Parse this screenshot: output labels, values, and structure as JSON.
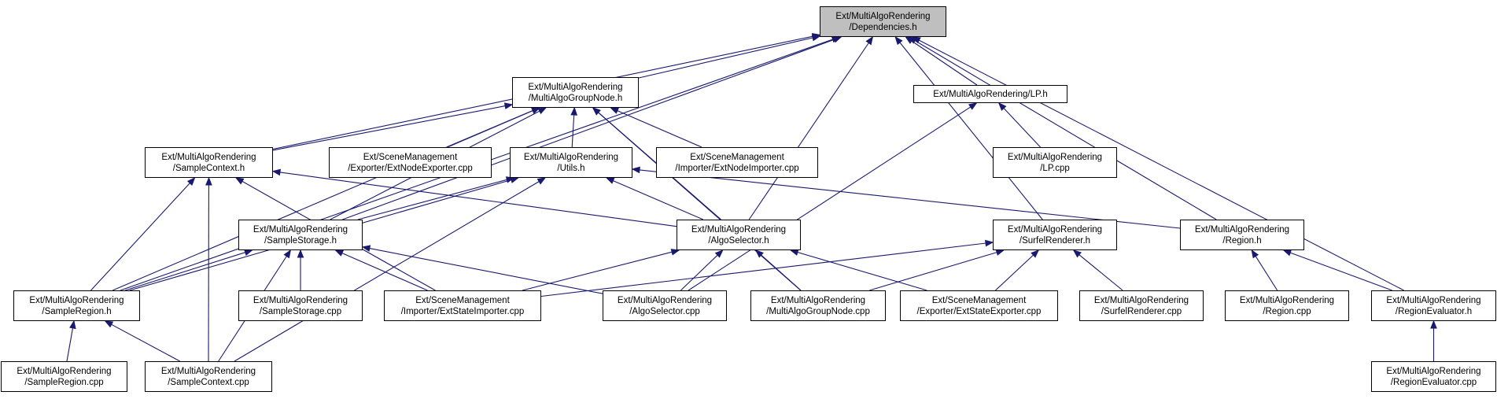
{
  "colors": {
    "edge": "#191970",
    "root_fill": "#bfbfbf",
    "node_fill": "#ffffff",
    "border": "#000000"
  },
  "nodes": {
    "dependencies_h": [
      "Ext/MultiAlgoRendering",
      "/Dependencies.h"
    ],
    "multialgogroupnode_h": [
      "Ext/MultiAlgoRendering",
      "/MultiAlgoGroupNode.h"
    ],
    "lp_h": [
      "Ext/MultiAlgoRendering/LP.h"
    ],
    "samplecontext_h": [
      "Ext/MultiAlgoRendering",
      "/SampleContext.h"
    ],
    "extnodeexporter_cpp": [
      "Ext/SceneManagement",
      "/Exporter/ExtNodeExporter.cpp"
    ],
    "utils_h": [
      "Ext/MultiAlgoRendering",
      "/Utils.h"
    ],
    "extnodeimporter_cpp": [
      "Ext/SceneManagement",
      "/Importer/ExtNodeImporter.cpp"
    ],
    "lp_cpp": [
      "Ext/MultiAlgoRendering",
      "/LP.cpp"
    ],
    "samplestorage_h": [
      "Ext/MultiAlgoRendering",
      "/SampleStorage.h"
    ],
    "algoselector_h": [
      "Ext/MultiAlgoRendering",
      "/AlgoSelector.h"
    ],
    "surfelrenderer_h": [
      "Ext/MultiAlgoRendering",
      "/SurfelRenderer.h"
    ],
    "region_h": [
      "Ext/MultiAlgoRendering",
      "/Region.h"
    ],
    "sampleregion_h": [
      "Ext/MultiAlgoRendering",
      "/SampleRegion.h"
    ],
    "samplestorage_cpp": [
      "Ext/MultiAlgoRendering",
      "/SampleStorage.cpp"
    ],
    "extstateimporter_cpp": [
      "Ext/SceneManagement",
      "/Importer/ExtStateImporter.cpp"
    ],
    "algoselector_cpp": [
      "Ext/MultiAlgoRendering",
      "/AlgoSelector.cpp"
    ],
    "multialgogroupnode_cpp": [
      "Ext/MultiAlgoRendering",
      "/MultiAlgoGroupNode.cpp"
    ],
    "extstateexporter_cpp": [
      "Ext/SceneManagement",
      "/Exporter/ExtStateExporter.cpp"
    ],
    "surfelrenderer_cpp": [
      "Ext/MultiAlgoRendering",
      "/SurfelRenderer.cpp"
    ],
    "region_cpp": [
      "Ext/MultiAlgoRendering",
      "/Region.cpp"
    ],
    "regionevaluator_h": [
      "Ext/MultiAlgoRendering",
      "/RegionEvaluator.h"
    ],
    "sampleregion_cpp": [
      "Ext/MultiAlgoRendering",
      "/SampleRegion.cpp"
    ],
    "samplecontext_cpp": [
      "Ext/MultiAlgoRendering",
      "/SampleContext.cpp"
    ],
    "regionevaluator_cpp": [
      "Ext/MultiAlgoRendering",
      "/RegionEvaluator.cpp"
    ]
  },
  "edges": [
    [
      "multialgogroupnode_h",
      "dependencies_h"
    ],
    [
      "lp_h",
      "dependencies_h"
    ],
    [
      "samplecontext_h",
      "dependencies_h"
    ],
    [
      "samplestorage_h",
      "dependencies_h"
    ],
    [
      "sampleregion_h",
      "dependencies_h"
    ],
    [
      "algoselector_h",
      "dependencies_h"
    ],
    [
      "surfelrenderer_h",
      "dependencies_h"
    ],
    [
      "region_h",
      "dependencies_h"
    ],
    [
      "regionevaluator_h",
      "dependencies_h"
    ],
    [
      "utils_h",
      "multialgogroupnode_h"
    ],
    [
      "samplecontext_h",
      "multialgogroupnode_h"
    ],
    [
      "extnodeexporter_cpp",
      "multialgogroupnode_h"
    ],
    [
      "extnodeimporter_cpp",
      "multialgogroupnode_h"
    ],
    [
      "samplestorage_h",
      "multialgogroupnode_h"
    ],
    [
      "sampleregion_h",
      "multialgogroupnode_h"
    ],
    [
      "algoselector_h",
      "multialgogroupnode_h"
    ],
    [
      "multialgogroupnode_cpp",
      "multialgogroupnode_h"
    ],
    [
      "lp_cpp",
      "lp_h"
    ],
    [
      "algoselector_cpp",
      "lp_h"
    ],
    [
      "sampleregion_h",
      "samplecontext_h"
    ],
    [
      "samplecontext_cpp",
      "samplecontext_h"
    ],
    [
      "extstateimporter_cpp",
      "samplecontext_h"
    ],
    [
      "algoselector_h",
      "samplecontext_h"
    ],
    [
      "samplestorage_h",
      "utils_h"
    ],
    [
      "sampleregion_h",
      "utils_h"
    ],
    [
      "algoselector_h",
      "utils_h"
    ],
    [
      "region_h",
      "utils_h"
    ],
    [
      "samplecontext_cpp",
      "utils_h"
    ],
    [
      "sampleregion_h",
      "samplestorage_h"
    ],
    [
      "samplestorage_cpp",
      "samplestorage_h"
    ],
    [
      "extstateimporter_cpp",
      "samplestorage_h"
    ],
    [
      "samplecontext_cpp",
      "samplestorage_h"
    ],
    [
      "algoselector_cpp",
      "samplestorage_h"
    ],
    [
      "extstateimporter_cpp",
      "algoselector_h"
    ],
    [
      "algoselector_cpp",
      "algoselector_h"
    ],
    [
      "multialgogroupnode_cpp",
      "algoselector_h"
    ],
    [
      "extstateexporter_cpp",
      "algoselector_h"
    ],
    [
      "extstateimporter_cpp",
      "surfelrenderer_h"
    ],
    [
      "multialgogroupnode_cpp",
      "surfelrenderer_h"
    ],
    [
      "extstateexporter_cpp",
      "surfelrenderer_h"
    ],
    [
      "surfelrenderer_cpp",
      "surfelrenderer_h"
    ],
    [
      "region_cpp",
      "region_h"
    ],
    [
      "regionevaluator_h",
      "region_h"
    ],
    [
      "sampleregion_cpp",
      "sampleregion_h"
    ],
    [
      "samplecontext_cpp",
      "sampleregion_h"
    ],
    [
      "regionevaluator_cpp",
      "regionevaluator_h"
    ]
  ]
}
